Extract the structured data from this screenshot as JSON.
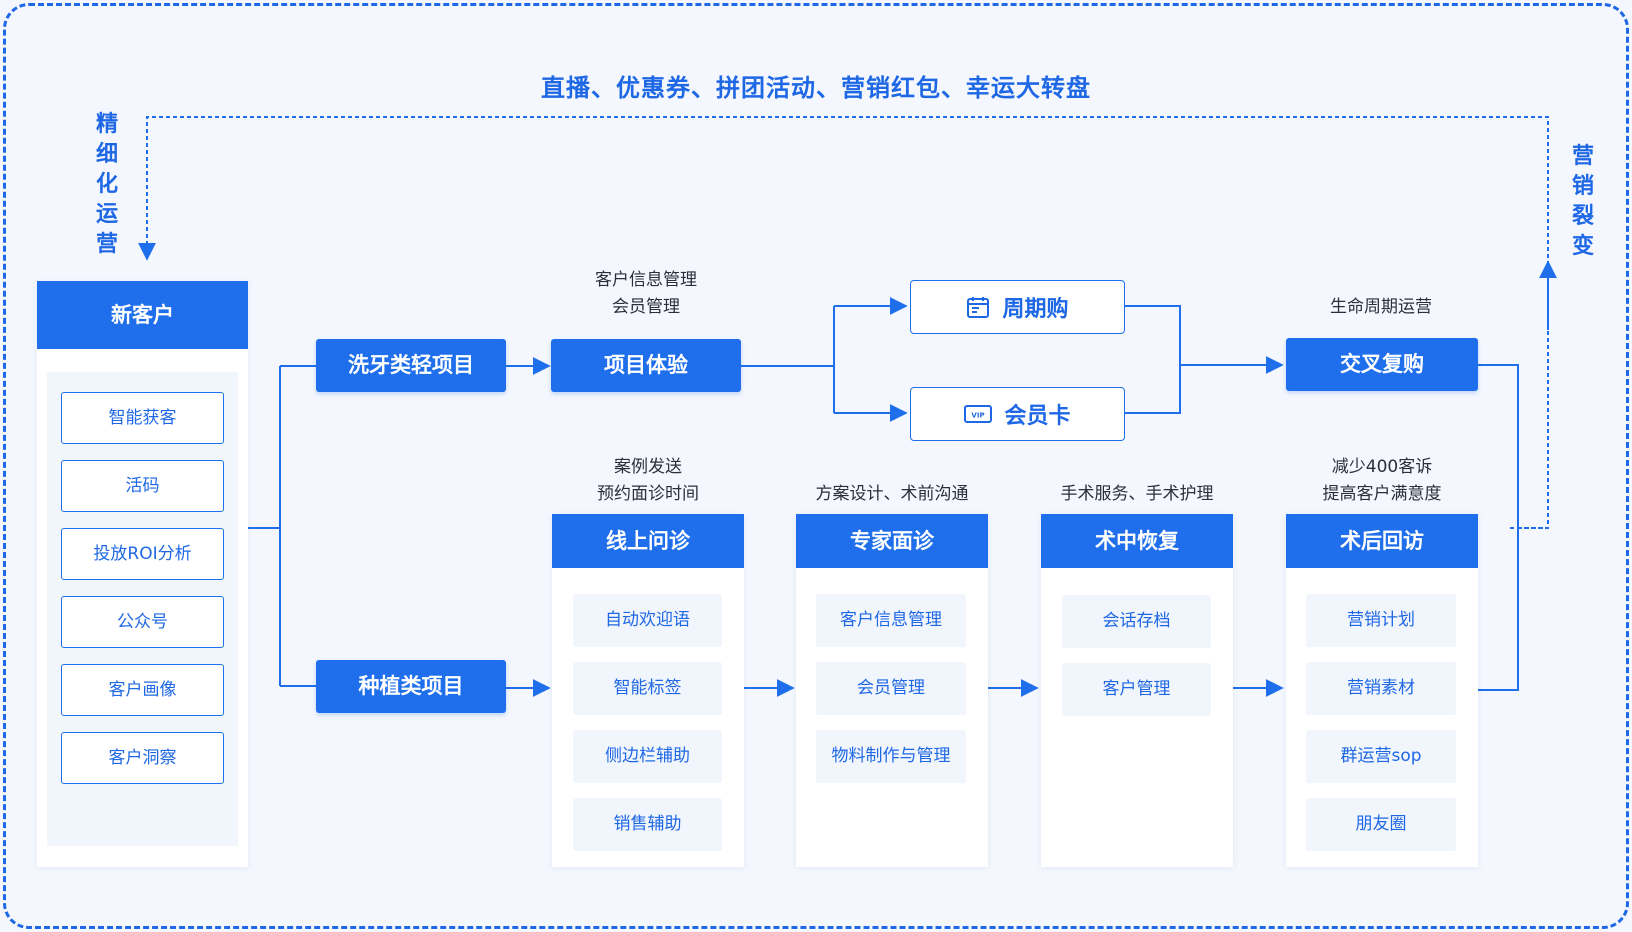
{
  "banner": "直播、优惠券、拼团活动、营销红包、幸运大转盘",
  "left_vertical": "精细化运营",
  "right_vertical": "营销裂变",
  "new_customer": {
    "title": "新客户",
    "items": [
      "智能获客",
      "活码",
      "投放ROI分析",
      "公众号",
      "客户画像",
      "客户洞察"
    ]
  },
  "light_project": "洗牙类轻项目",
  "plant_project": "种植类项目",
  "experience": {
    "caption": "客户信息管理\n会员管理",
    "label": "项目体验"
  },
  "options": [
    {
      "label": "周期购",
      "icon": "calendar-icon"
    },
    {
      "label": "会员卡",
      "icon": "vip-card-icon"
    }
  ],
  "repurchase": {
    "caption": "生命周期运营",
    "label": "交叉复购"
  },
  "stages": [
    {
      "caption": "案例发送\n预约面诊时间",
      "title": "线上问诊",
      "items": [
        "自动欢迎语",
        "智能标签",
        "侧边栏辅助",
        "销售辅助"
      ]
    },
    {
      "caption": "方案设计、术前沟通",
      "title": "专家面诊",
      "items": [
        "客户信息管理",
        "会员管理",
        "物料制作与管理"
      ]
    },
    {
      "caption": "手术服务、手术护理",
      "title": "术中恢复",
      "items": [
        "会话存档",
        "客户管理"
      ]
    },
    {
      "caption": "减少400客诉\n提高客户满意度",
      "title": "术后回访",
      "items": [
        "营销计划",
        "营销素材",
        "群运营sop",
        "朋友圈"
      ]
    }
  ],
  "colors": {
    "primary": "#1f6fec",
    "text_blue": "#1f68e5",
    "background": "#f4f7fd",
    "soft": "#f1f5fc"
  }
}
